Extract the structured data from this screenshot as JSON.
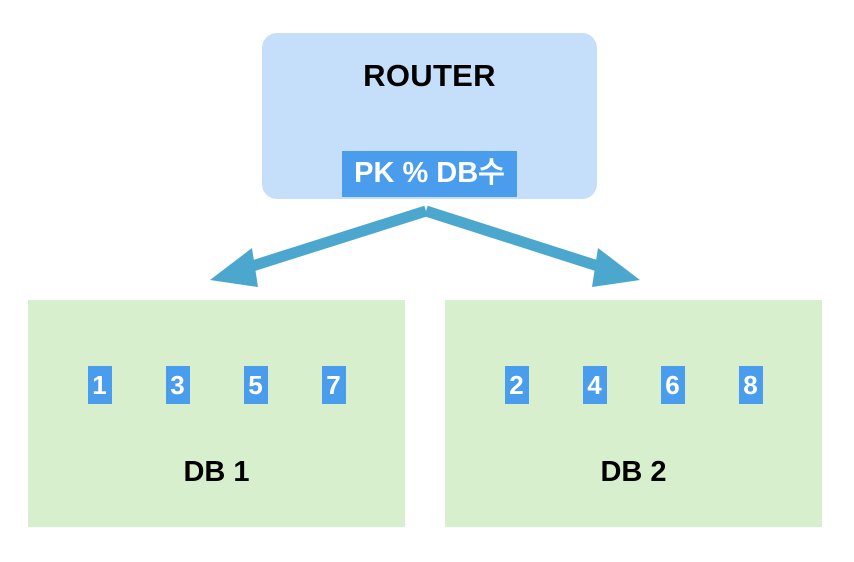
{
  "diagram": {
    "title": "Database sharding router diagram",
    "colors": {
      "router_fill": "#C5DEF9",
      "db_fill": "#D7EFCD",
      "badge_fill": "#4A9CEC",
      "highlight_fill": "#4A9CEC",
      "arrow_stroke": "#4BA7CE",
      "text": "#000000",
      "badge_text": "#FFFFFF",
      "background": "#FFFFFF"
    },
    "router": {
      "title": "ROUTER",
      "formula": "PK % DB수"
    },
    "arrows": [
      {
        "name": "arrow-to-db1",
        "direction": "down-left"
      },
      {
        "name": "arrow-to-db2",
        "direction": "down-right"
      }
    ],
    "databases": [
      {
        "label": "DB 1",
        "keys": [
          "1",
          "3",
          "5",
          "7"
        ]
      },
      {
        "label": "DB 2",
        "keys": [
          "2",
          "4",
          "6",
          "8"
        ]
      }
    ]
  }
}
